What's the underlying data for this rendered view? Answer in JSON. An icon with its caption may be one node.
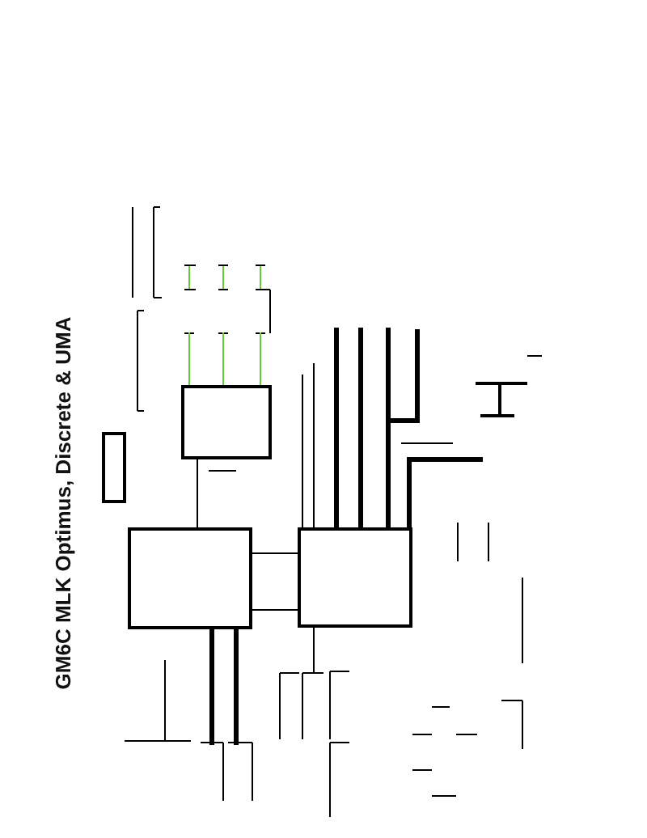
{
  "diagram": {
    "title": "GM6C MLK Optimus, Discrete & UMA",
    "nodes": [
      {
        "text": [],
        "shape": "box"
      },
      {
        "text": [],
        "shape": "box"
      },
      {
        "text": [],
        "shape": "box"
      },
      {
        "text": [],
        "shape": "box"
      }
    ],
    "edges": [
      {
        "from": 0,
        "to": 2,
        "arrow": "none"
      },
      {
        "from": 2,
        "to": 3,
        "arrow": "none"
      },
      {
        "from": 2,
        "to": 3,
        "arrow": "none"
      },
      {
        "from": 3,
        "to": null,
        "arrow": "none",
        "style": "thick"
      },
      {
        "from": 3,
        "to": null,
        "arrow": "none",
        "style": "thick"
      },
      {
        "from": 3,
        "to": null,
        "arrow": "none",
        "style": "thick"
      },
      {
        "from": 3,
        "to": null,
        "arrow": "none",
        "style": "thick"
      },
      {
        "from": 2,
        "to": null,
        "arrow": "none",
        "style": "thick"
      },
      {
        "from": 2,
        "to": null,
        "arrow": "none",
        "style": "thick"
      },
      {
        "from": 3,
        "to": null,
        "arrow": "none"
      },
      {
        "from": 3,
        "to": null,
        "arrow": "none"
      },
      {
        "from": 3,
        "to": null,
        "arrow": "none"
      },
      {
        "from": null,
        "to": 0,
        "arrow": "none",
        "color": "#66cc33"
      },
      {
        "from": null,
        "to": 0,
        "arrow": "none",
        "color": "#66cc33"
      },
      {
        "from": null,
        "to": 0,
        "arrow": "none",
        "color": "#66cc33"
      }
    ]
  }
}
